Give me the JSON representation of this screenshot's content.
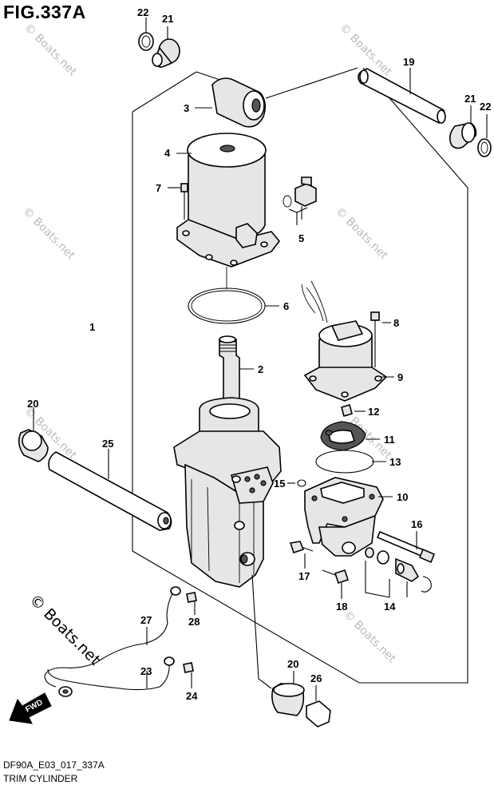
{
  "figure": {
    "title": "FIG.337A",
    "code": "DF90A_E03_017_337A",
    "name": "TRIM CYLINDER"
  },
  "watermark": {
    "small": "© Boats.net",
    "large": "© Boats.net"
  },
  "fwd_label": "FWD",
  "callouts": [
    "22",
    "21",
    "19",
    "21",
    "22",
    "3",
    "4",
    "7",
    "5",
    "6",
    "1",
    "8",
    "2",
    "9",
    "12",
    "11",
    "13",
    "20",
    "25",
    "15",
    "10",
    "16",
    "17",
    "18",
    "14",
    "27",
    "28",
    "23",
    "24",
    "20",
    "26"
  ]
}
